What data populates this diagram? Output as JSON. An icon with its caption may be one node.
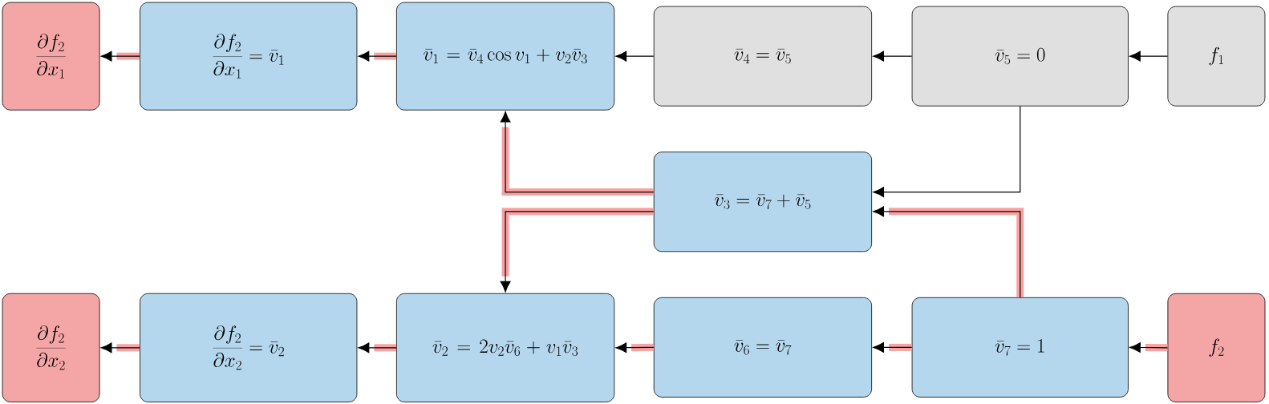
{
  "diagram": {
    "nodes": [
      {
        "text": [
          "\\frac{\\partial f_2}{\\partial x_1}"
        ]
      },
      {
        "text": [
          "\\frac{\\partial f_2}{\\partial x_1} = \\bar{v}_1"
        ]
      },
      {
        "text": [
          "\\bar{v}_1 = \\bar{v}_4 \\cos v_1 + v_2 \\bar{v}_3"
        ]
      },
      {
        "text": [
          "\\bar{v}_4 = \\bar{v}_5"
        ]
      },
      {
        "text": [
          "\\bar{v}_5 = 0"
        ]
      },
      {
        "text": [
          "f_1"
        ]
      },
      {
        "text": [
          "\\bar{v}_3 = \\bar{v}_7 + \\bar{v}_5"
        ]
      },
      {
        "text": [
          "\\frac{\\partial f_2}{\\partial x_2}"
        ]
      },
      {
        "text": [
          "\\frac{\\partial f_2}{\\partial x_2} = \\bar{v}_2"
        ]
      },
      {
        "text": [
          "\\bar{v}_2 = 2 v_2 \\bar{v}_6 + v_1 \\bar{v}_3"
        ]
      },
      {
        "text": [
          "\\bar{v}_6 = \\bar{v}_7"
        ]
      },
      {
        "text": [
          "\\bar{v}_7 = 1"
        ]
      },
      {
        "text": [
          "f_2"
        ]
      }
    ],
    "edges": [
      {
        "from": 5,
        "to": 4,
        "arrow": "to"
      },
      {
        "from": 4,
        "to": 3,
        "arrow": "to"
      },
      {
        "from": 3,
        "to": 2,
        "arrow": "to"
      },
      {
        "from": 2,
        "to": 1,
        "arrow": "to"
      },
      {
        "from": 1,
        "to": 0,
        "arrow": "to"
      },
      {
        "from": 4,
        "to": 6,
        "arrow": "to"
      },
      {
        "from": 6,
        "to": 2,
        "arrow": "to"
      },
      {
        "from": 6,
        "to": 9,
        "arrow": "to"
      },
      {
        "from": 11,
        "to": 6,
        "arrow": "to"
      },
      {
        "from": 12,
        "to": 11,
        "arrow": "to"
      },
      {
        "from": 11,
        "to": 10,
        "arrow": "to"
      },
      {
        "from": 10,
        "to": 9,
        "arrow": "to"
      },
      {
        "from": 9,
        "to": 8,
        "arrow": "to"
      },
      {
        "from": 8,
        "to": 7,
        "arrow": "to"
      }
    ]
  }
}
